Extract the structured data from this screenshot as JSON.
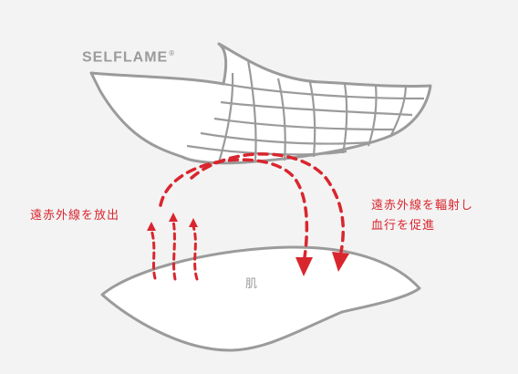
{
  "brand": {
    "name": "SELFLAME",
    "mark": "®"
  },
  "labels": {
    "emit": "遠赤外線を放出",
    "radiate_line1": "遠赤外線を輻射し",
    "radiate_line2": "血行を促進",
    "skin": "肌"
  },
  "colors": {
    "background": "#f3f3f3",
    "outline": "#9b9b9b",
    "accent": "#d9262e",
    "fill": "#ffffff"
  }
}
